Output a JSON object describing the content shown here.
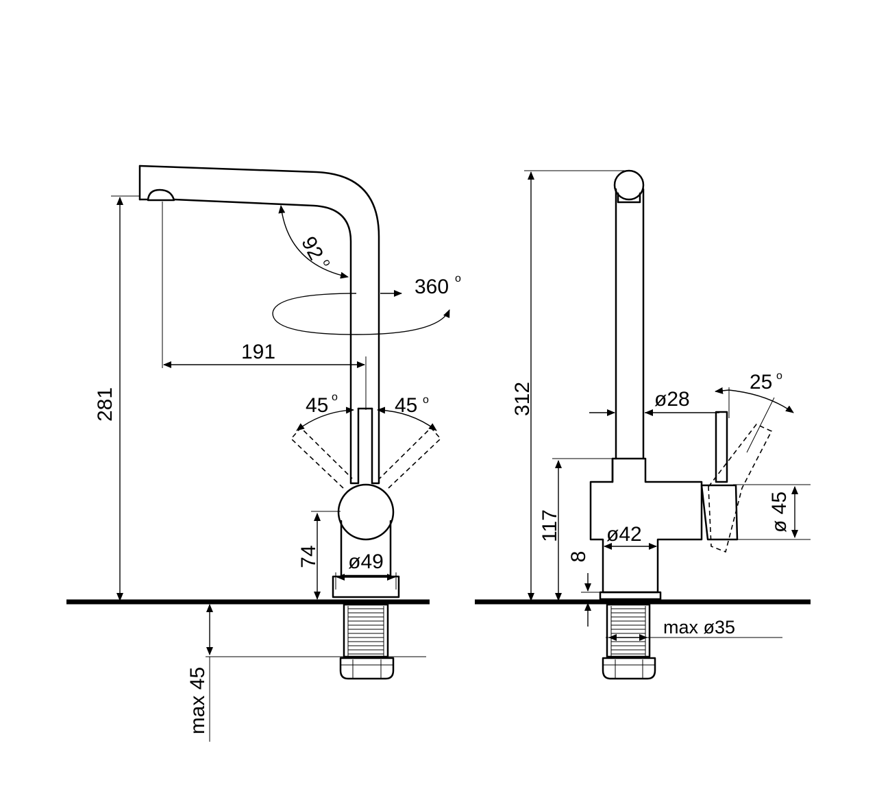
{
  "labels": {
    "reach": "191",
    "spout_height": "281",
    "total_height": "312",
    "swivel": "360",
    "spout_angle": "92",
    "lever_left": "45",
    "lever_right": "45",
    "lever_side": "25",
    "body_height_front": "74",
    "body_diameter_front": "ø49",
    "body_height_side": "117",
    "spout_diameter": "ø28",
    "base_diameter": "ø42",
    "body_diameter_side": "ø 45",
    "base_height": "8",
    "max_counter": "max 45",
    "max_hole": "max ø35",
    "degree_mark": "o"
  }
}
